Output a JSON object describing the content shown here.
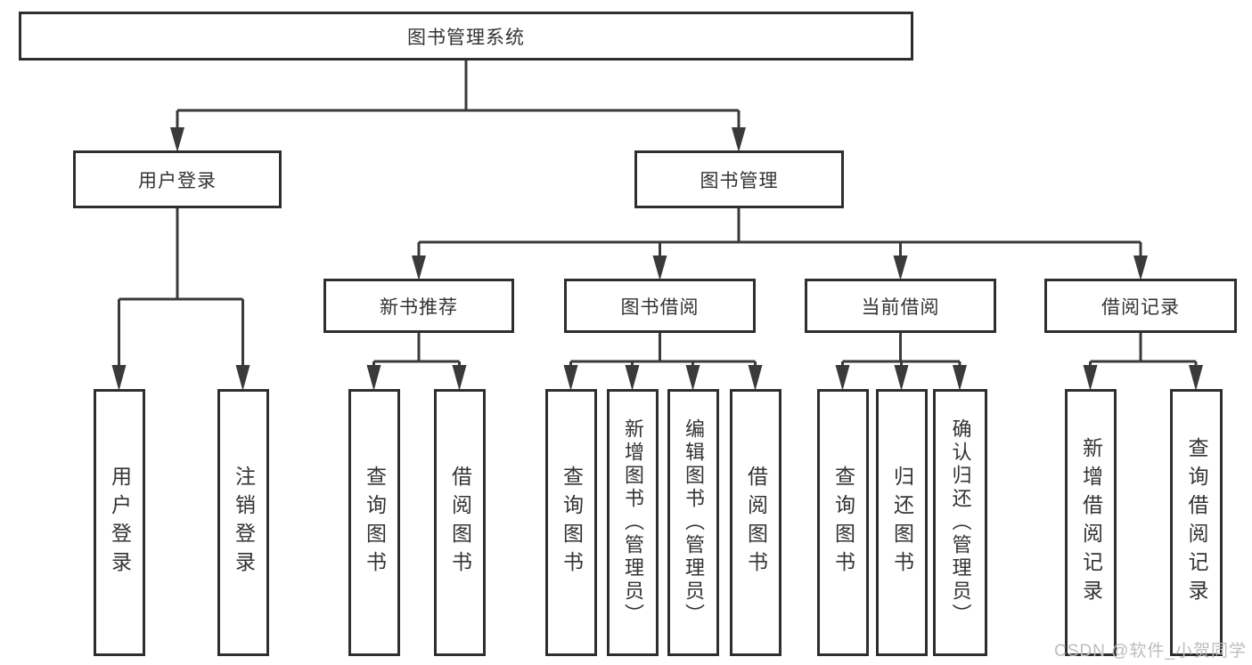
{
  "tree": {
    "label": "图书管理系统",
    "children": [
      {
        "label": "用户登录",
        "children": [
          {
            "label": "用户登录"
          },
          {
            "label": "注销登录"
          }
        ]
      },
      {
        "label": "图书管理",
        "children": [
          {
            "label": "新书推荐",
            "children": [
              {
                "label": "查询图书"
              },
              {
                "label": "借阅图书"
              }
            ]
          },
          {
            "label": "图书借阅",
            "children": [
              {
                "label": "查询图书"
              },
              {
                "label": "新增图书（管理员）"
              },
              {
                "label": "编辑图书（管理员）"
              },
              {
                "label": "借阅图书"
              }
            ]
          },
          {
            "label": "当前借阅",
            "children": [
              {
                "label": "查询图书"
              },
              {
                "label": "归还图书"
              },
              {
                "label": "确认归还（管理员）"
              }
            ]
          },
          {
            "label": "借阅记录",
            "children": [
              {
                "label": "新增借阅记录"
              },
              {
                "label": "查询借阅记录"
              }
            ]
          }
        ]
      }
    ]
  },
  "watermark": {
    "text": "CSDN @软件_小贺同学"
  },
  "colors": {
    "background": "#ffffff",
    "box_fill": "#ffffff",
    "box_border": "#2e2e2e",
    "connector_line": "#3a3a3a",
    "text": "#333333",
    "watermark": "#bdbdbd"
  }
}
